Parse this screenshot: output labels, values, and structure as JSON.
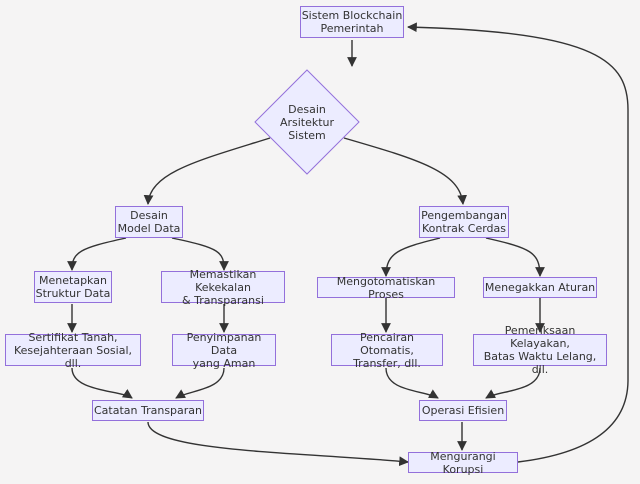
{
  "nodes": {
    "sistem": "Sistem Blockchain\nPemerintah",
    "desain_arsitektur": "Desain\nArsitektur\nSistem",
    "desain_model": "Desain\nModel Data",
    "kontrak": "Pengembangan\nKontrak Cerdas",
    "struktur": "Menetapkan\nStruktur Data",
    "kekekalan": "Memastikan Kekekalan\n& Transparansi",
    "otomatis": "Mengotomatiskan Proses",
    "aturan": "Menegakkan Aturan",
    "sertifikat": "Sertifikat Tanah,\nKesejahteraan Sosial, dll.",
    "penyimpanan": "Penyimpanan Data\nyang Aman",
    "pencairan": "Pencairan Otomatis,\nTransfer, dll.",
    "pemeriksaan": "Pemeriksaan Kelayakan,\nBatas Waktu Lelang, dll.",
    "catatan": "Catatan Transparan",
    "efisien": "Operasi Efisien",
    "korupsi": "Mengurangi Korupsi"
  },
  "colors": {
    "node_fill": "#ececff",
    "node_border": "#9370db",
    "edge": "#333333",
    "background": "#f5f4f4"
  }
}
